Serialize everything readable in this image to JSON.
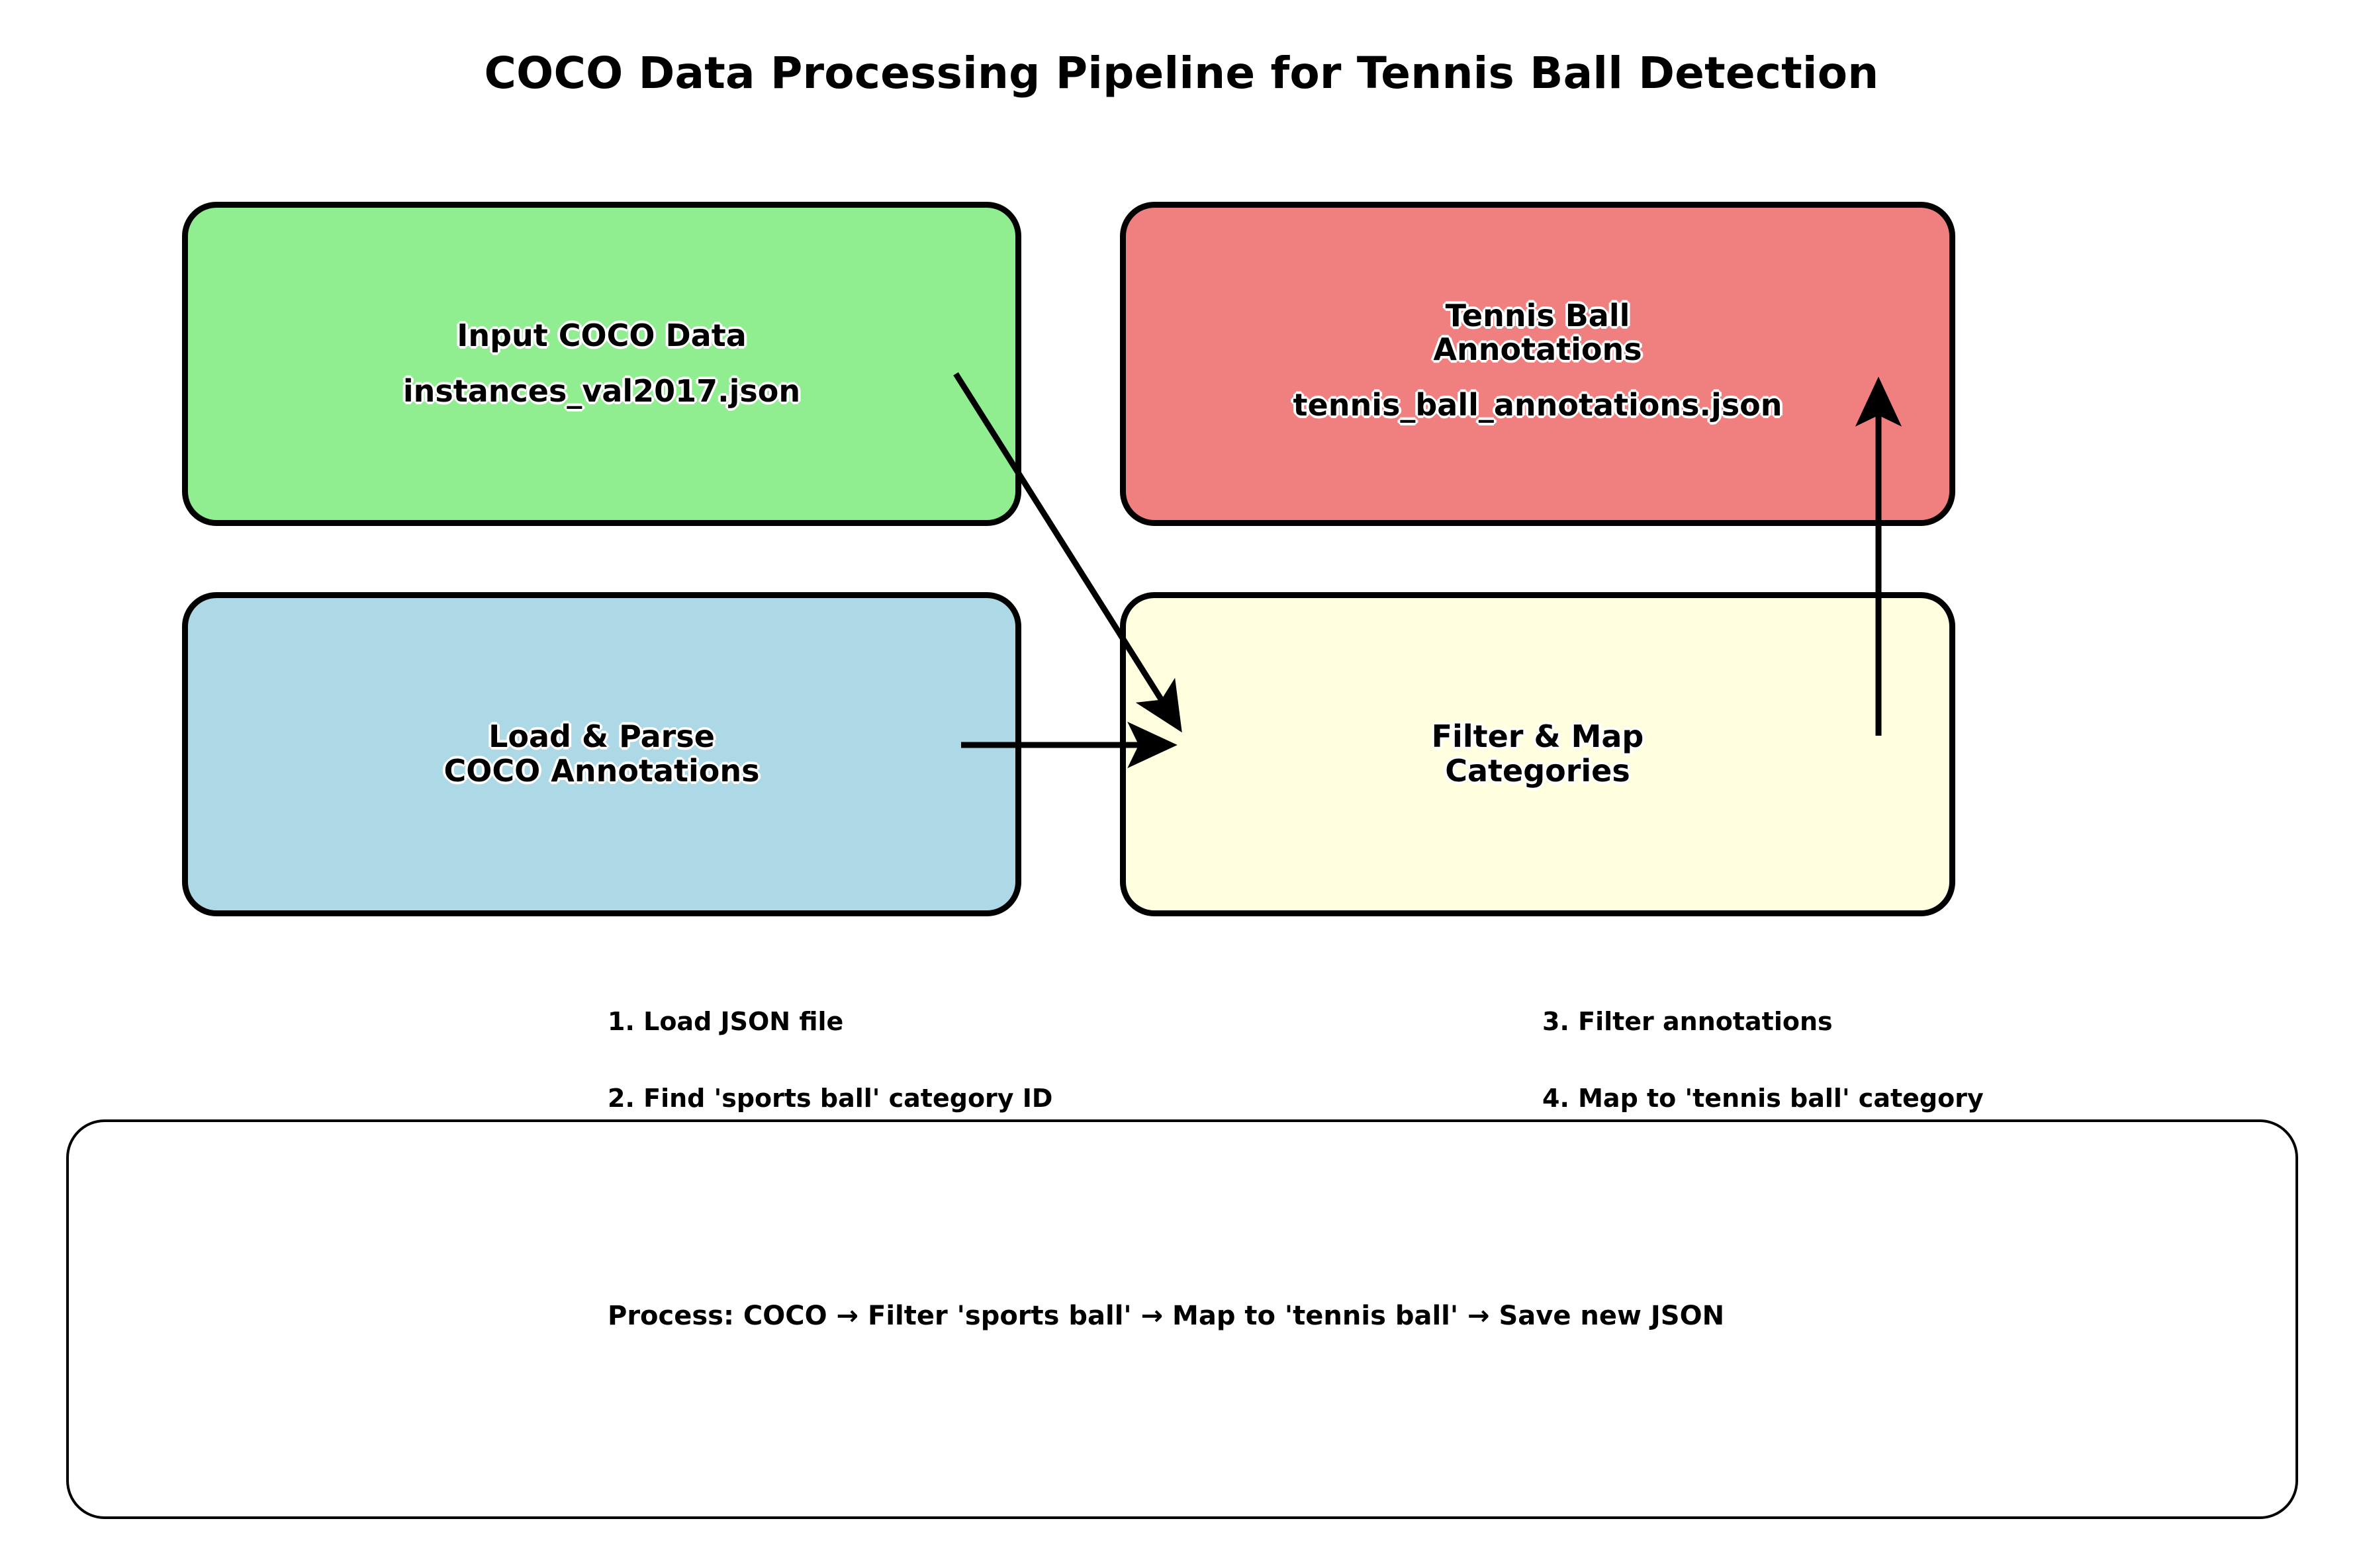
{
  "page": {
    "title": "COCO Data Processing Pipeline for Tennis Ball Detection",
    "background_color": "#ffffff"
  },
  "boxes": {
    "input": {
      "title": "Input COCO Data",
      "subtitle": "instances_val2017.json",
      "color": "#90ee90"
    },
    "output": {
      "title": "Tennis Ball\nAnnotations",
      "subtitle": "tennis_ball_annotations.json",
      "color": "#f08080"
    },
    "load": {
      "title": "Load & Parse\nCOCO Annotations",
      "subtitle": "",
      "color": "#add8e6"
    },
    "filter": {
      "title": "Filter & Map\nCategories",
      "subtitle": "",
      "color": "#ffffe0"
    }
  },
  "steps": [
    {
      "label": "1. Load JSON file"
    },
    {
      "label": "2. Find 'sports ball' category ID"
    },
    {
      "label": "3. Filter annotations"
    },
    {
      "label": "4. Map to 'tennis ball' category"
    }
  ],
  "summary": {
    "text": "Process: COCO → Filter 'sports ball' → Map to 'tennis ball' → Save new JSON"
  },
  "arrows": {
    "stroke_color": "#000000",
    "items": [
      {
        "name": "input-to-filter-arrow",
        "from": "Input COCO Data",
        "to": "Filter & Map Categories"
      },
      {
        "name": "load-to-filter-arrow",
        "from": "Load & Parse COCO Annotations",
        "to": "Filter & Map Categories"
      },
      {
        "name": "filter-to-output-arrow",
        "from": "Filter & Map Categories",
        "to": "Tennis Ball Annotations"
      }
    ]
  }
}
